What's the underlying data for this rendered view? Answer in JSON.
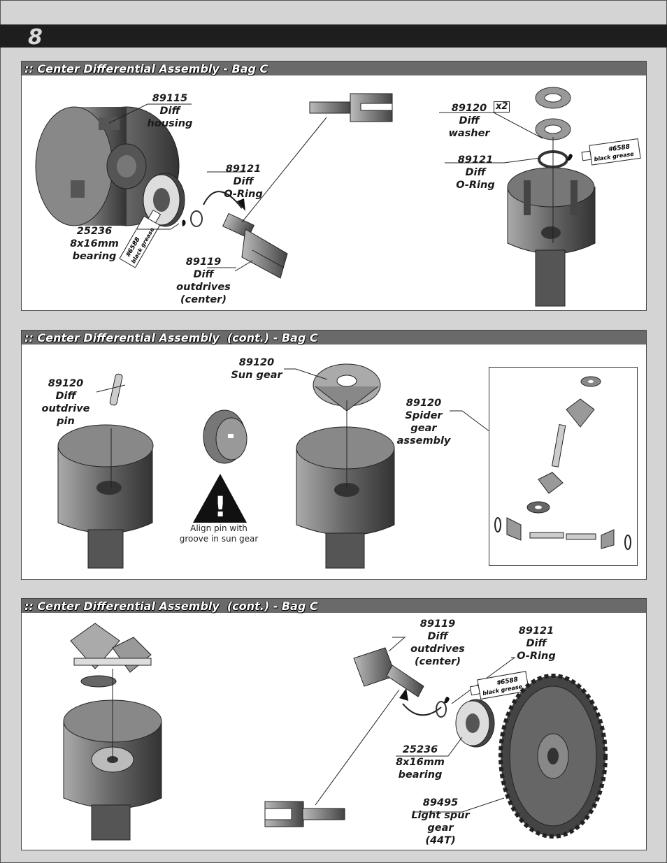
{
  "page": {
    "number": "8"
  },
  "sections": [
    {
      "title": ":: Center Differential Assembly - Bag C"
    },
    {
      "title": ":: Center Differential Assembly  (cont.) - Bag C"
    },
    {
      "title": ":: Center Differential Assembly  (cont.) - Bag C"
    }
  ],
  "labels1": {
    "housing": [
      "89115",
      "Diff",
      "housing"
    ],
    "oring": [
      "89121",
      "Diff",
      "O-Ring"
    ],
    "bearing": [
      "25236",
      "8x16mm",
      "bearing"
    ],
    "outdrives": [
      "89119",
      "Diff",
      "outdrives",
      "(center)"
    ],
    "washer": [
      "89120",
      "Diff",
      "washer"
    ],
    "washer_qty": "x2",
    "oring_right": [
      "89121",
      "Diff",
      "O-Ring"
    ],
    "grease_left": [
      "#6588",
      "black grease"
    ],
    "grease_right": [
      "#6588",
      "black grease"
    ]
  },
  "labels2": {
    "pin": [
      "89120",
      "Diff",
      "outdrive",
      "pin"
    ],
    "sun": [
      "89120",
      "Sun gear"
    ],
    "spider": [
      "89120",
      "Spider",
      "gear",
      "assembly"
    ],
    "note": [
      "Align pin with",
      "groove in sun gear"
    ],
    "warning_symbol": "!"
  },
  "labels3": {
    "outdrives": [
      "89119",
      "Diff",
      "outdrives",
      "(center)"
    ],
    "oring": [
      "89121",
      "Diff",
      "O-Ring"
    ],
    "bearing": [
      "25236",
      "8x16mm",
      "bearing"
    ],
    "spur": [
      "89495",
      "Light spur",
      "gear",
      "(44T)"
    ],
    "grease": [
      "#6588",
      "black grease"
    ]
  },
  "icons": [
    "diff-housing-icon",
    "bearing-icon",
    "o-ring-icon",
    "outdrive-icon",
    "washer-icon",
    "grease-tube-icon",
    "pin-icon",
    "sun-gear-icon",
    "warning-icon",
    "spider-gear-icon",
    "spur-gear-icon"
  ]
}
